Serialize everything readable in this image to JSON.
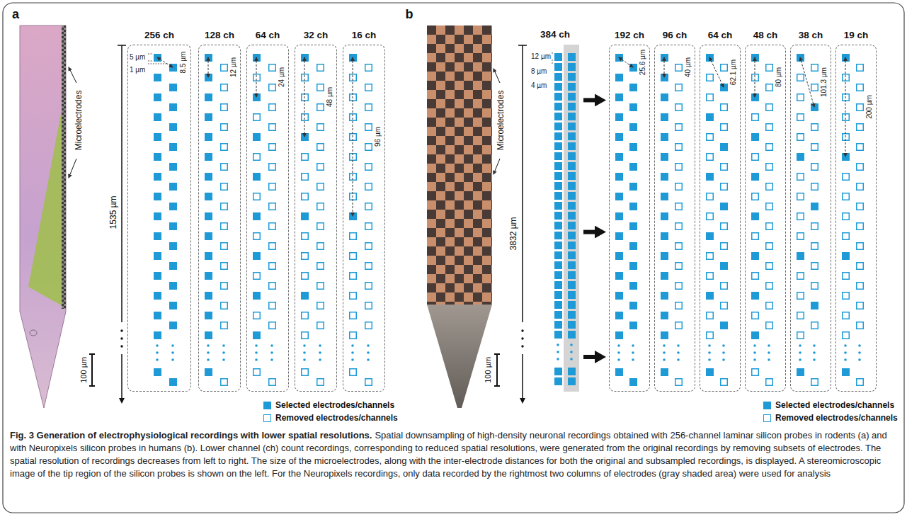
{
  "diagram": {
    "title": "Fig. 3 Generation of electrophysiological recordings with lower spatial resolutions.",
    "caption": "Spatial downsampling of high-density neuronal recordings obtained with 256-channel laminar silicon probes in rodents (a) and with Neuropixels silicon probes in humans (b). Lower channel (ch) count recordings, corresponding to reduced spatial resolutions, were generated from the original recordings by removing subsets of electrodes. The spatial resolution of recordings decreases from left to right. The size of the microelectrodes, along with the inter-electrode distances for both the original and subsampled recordings, is displayed. A stereomicroscopic image of the tip region of the silicon probes is shown on the left. For the Neuropixels recordings, only data recorded by the rightmost two columns of electrodes (gray shaded area) were used for analysis",
    "nodes": [
      {
        "text": [
          "256 ch",
          "8.5 µm",
          "5 µm",
          "1 µm"
        ]
      },
      {
        "text": [
          "128 ch",
          "12 µm"
        ]
      },
      {
        "text": [
          "64 ch",
          "24 µm"
        ]
      },
      {
        "text": [
          "32 ch",
          "48 µm"
        ]
      },
      {
        "text": [
          "16 ch",
          "96 µm"
        ]
      },
      {
        "text": [
          "384 ch",
          "12 µm",
          "8 µm",
          "4 µm"
        ]
      },
      {
        "text": [
          "192 ch",
          "25.6 µm"
        ]
      },
      {
        "text": [
          "96 ch",
          "40 µm"
        ]
      },
      {
        "text": [
          "64 ch",
          "62.1 µm"
        ]
      },
      {
        "text": [
          "48 ch",
          "80 µm"
        ]
      },
      {
        "text": [
          "38 ch",
          "101.3 µm"
        ]
      },
      {
        "text": [
          "19 ch",
          "200 µm"
        ]
      }
    ],
    "edges": [
      {
        "from": 5,
        "to": 6,
        "arrow": "to"
      },
      {
        "from": 5,
        "to": 6,
        "arrow": "to"
      },
      {
        "from": 5,
        "to": 6,
        "arrow": "to"
      }
    ],
    "labels": [
      "a",
      "Microelectrodes",
      "1535 µm",
      "100 µm",
      "b",
      "Microelectrodes",
      "3832 µm",
      "100 µm"
    ],
    "legend": [
      {
        "text": "Selected electrodes/channels",
        "color": "#1e9bd7"
      },
      {
        "text": "Removed electrodes/channels"
      },
      {
        "text": "Selected electrodes/channels",
        "color": "#1e9bd7"
      },
      {
        "text": "Removed electrodes/channels"
      }
    ]
  }
}
